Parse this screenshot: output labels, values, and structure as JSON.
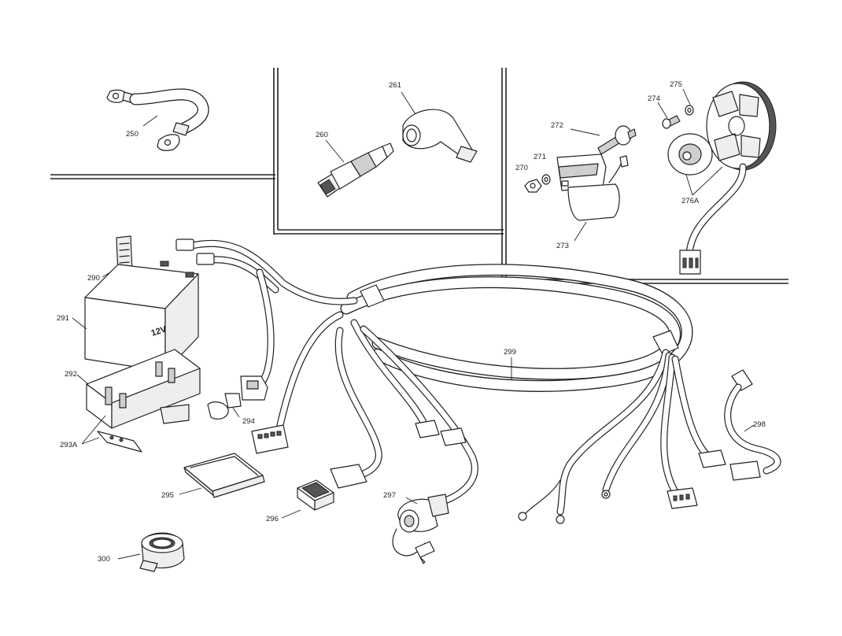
{
  "labels": {
    "p250": "250",
    "p260": "260",
    "p261": "261",
    "p270": "270",
    "p271": "271",
    "p272": "272",
    "p273": "273",
    "p274": "274",
    "p275": "275",
    "p276a": "276A",
    "p290": "290",
    "p291": "291",
    "p292": "292",
    "p293a": "293A",
    "p294": "294",
    "p295": "295",
    "p296": "296",
    "p297": "297",
    "p298": "298",
    "p299": "299",
    "p300": "300"
  },
  "battery_marking": "12V"
}
